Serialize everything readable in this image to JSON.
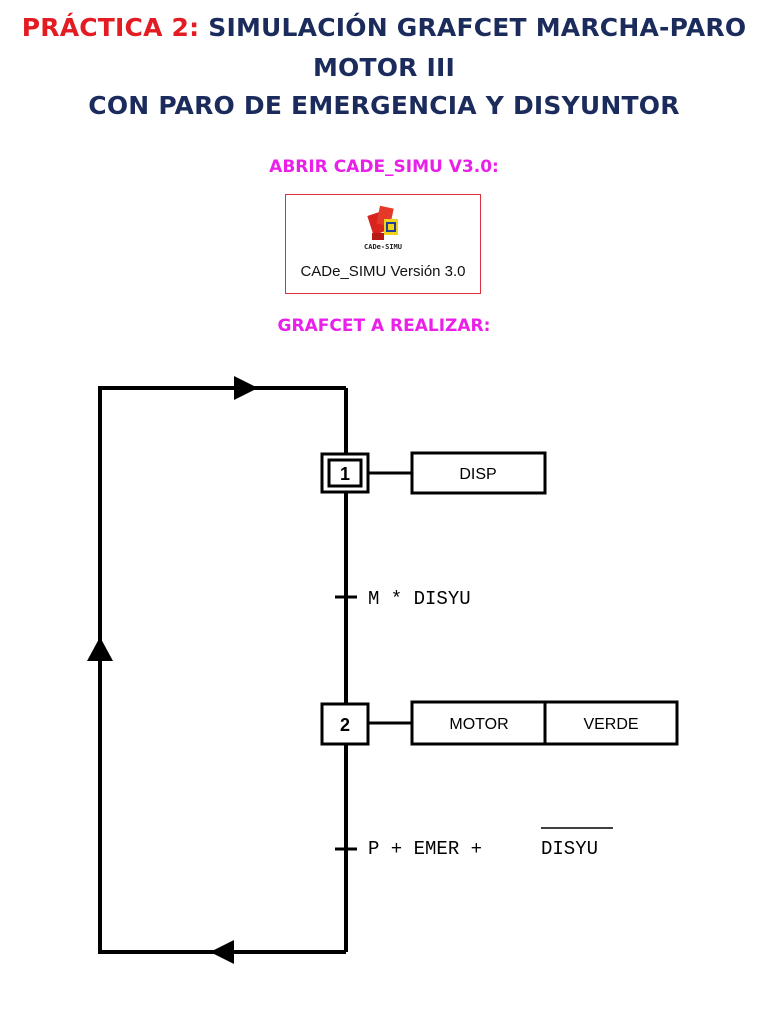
{
  "header": {
    "prefix": "PRÁCTICA 2:",
    "title_line1": " SIMULACIÓN GRAFCET MARCHA-PARO",
    "title_line2": "MOTOR III",
    "title_line3": "CON PARO DE EMERGENCIA Y DISYUNTOR"
  },
  "section_open": "ABRIR CADE_SIMU V3.0:",
  "app": {
    "logo_text": "CADe-SIMU",
    "label": "CADe_SIMU Versión 3.0"
  },
  "section_grafcet": "GRAFCET A REALIZAR:",
  "grafcet": {
    "step1": {
      "number": "1",
      "action": "DISP",
      "initial": true
    },
    "transition1": "M * DISYU",
    "step2": {
      "number": "2",
      "actions": [
        "MOTOR",
        "VERDE"
      ]
    },
    "transition2": {
      "text": "P + EMER +",
      "negated": "DISYU"
    }
  },
  "colors": {
    "title": "#1a2b5c",
    "prefix": "#e31b23",
    "section": "#ea1fea",
    "app_border": "#e03040"
  }
}
